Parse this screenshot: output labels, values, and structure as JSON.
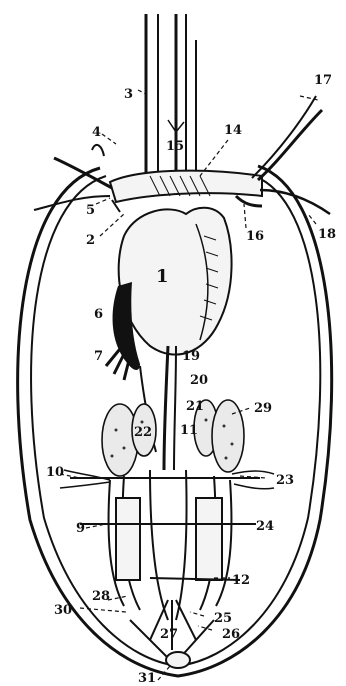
{
  "diagram": {
    "labels": [
      "1",
      "2",
      "3",
      "4",
      "5",
      "6",
      "7",
      "9",
      "10",
      "11",
      "12",
      "14",
      "15",
      "16",
      "17",
      "18",
      "19",
      "20",
      "21",
      "22",
      "23",
      "24",
      "25",
      "26",
      "27",
      "28",
      "29",
      "30",
      "31"
    ]
  }
}
